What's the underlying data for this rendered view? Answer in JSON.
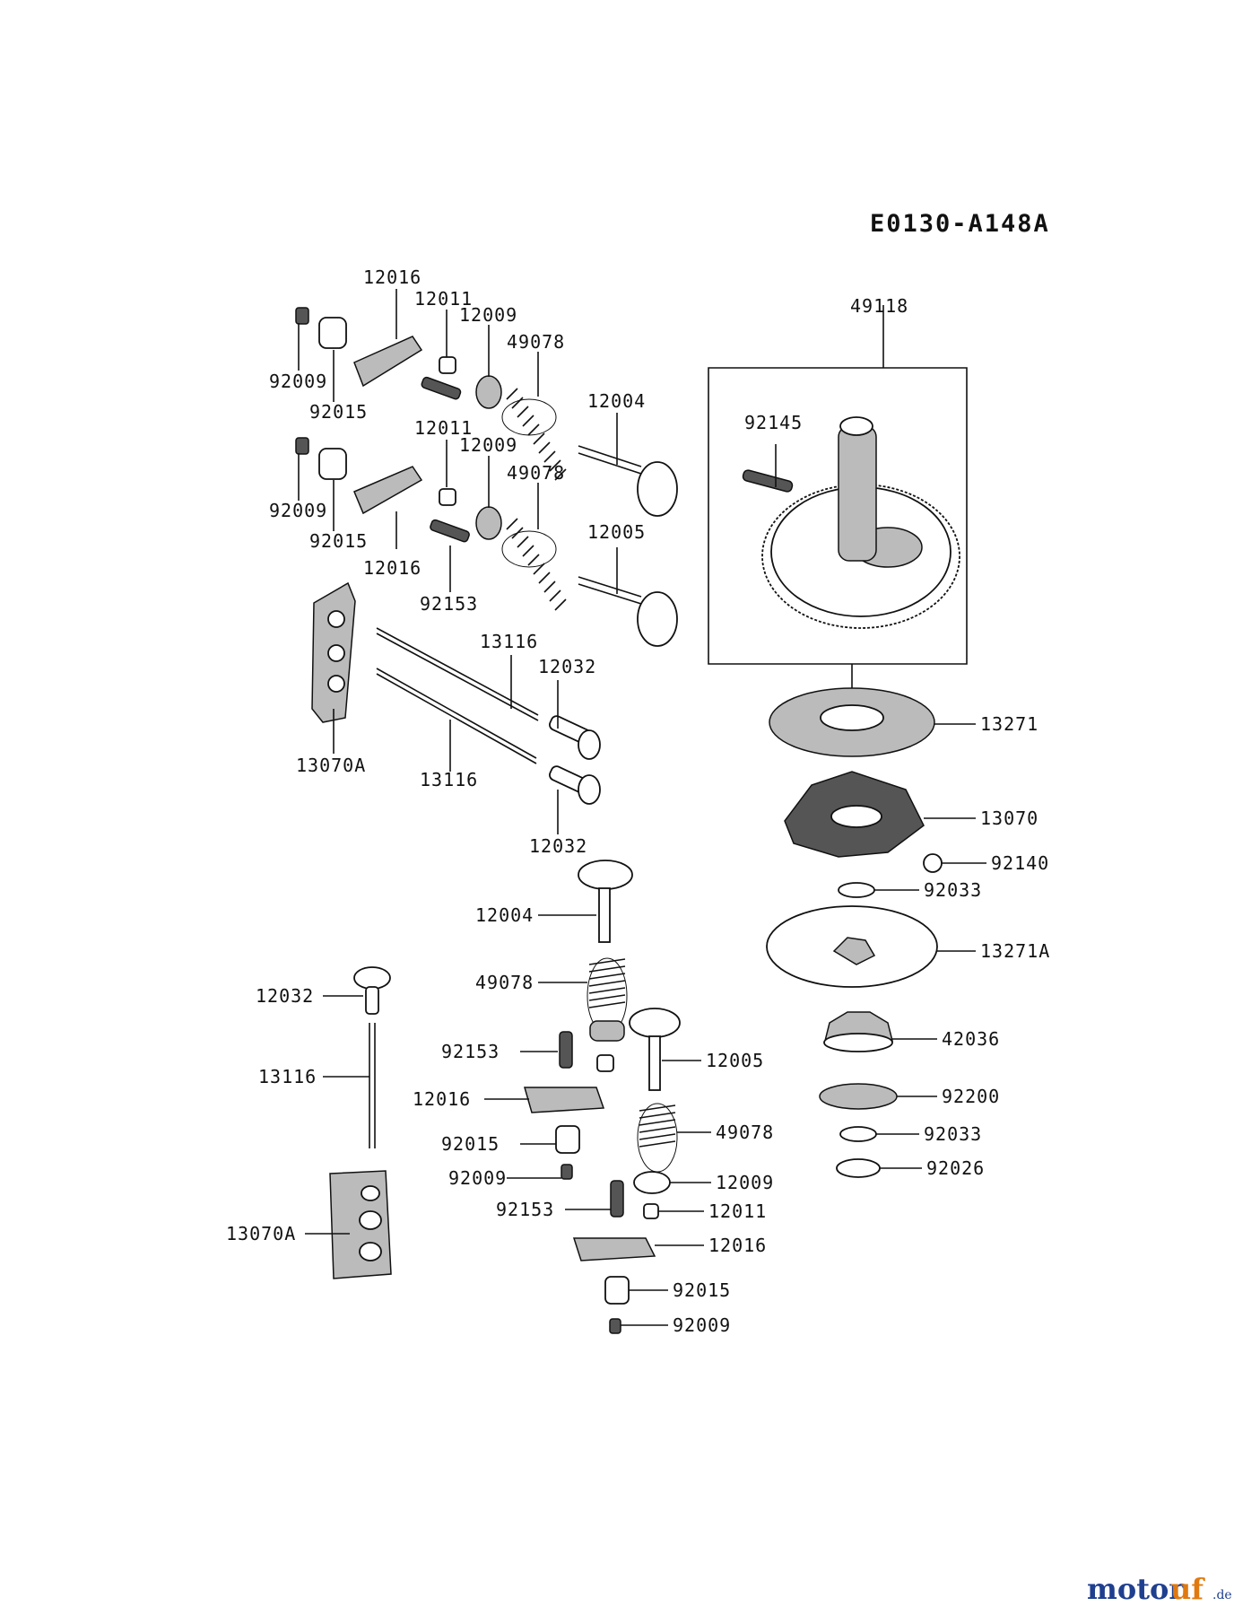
{
  "diagram_code": "E0130-A148A",
  "watermark": {
    "main_left": "motor",
    "main_right": "uf",
    "tld": ".de"
  },
  "labels": [
    "12016",
    "12011",
    "12009",
    "49078",
    "92009",
    "92015",
    "12004",
    "12011",
    "12009",
    "49078",
    "92009",
    "92015",
    "12016",
    "92153",
    "12005",
    "49118",
    "92145",
    "13116",
    "12032",
    "13070A",
    "13116",
    "12032",
    "13271",
    "13070",
    "92140",
    "92033",
    "13271A",
    "42036",
    "92200",
    "92033",
    "92026",
    "12004",
    "49078",
    "92153",
    "12005",
    "12016",
    "92015",
    "49078",
    "92009",
    "12009",
    "92153",
    "12011",
    "12016",
    "92015",
    "92009",
    "12032",
    "13116",
    "13070A"
  ]
}
